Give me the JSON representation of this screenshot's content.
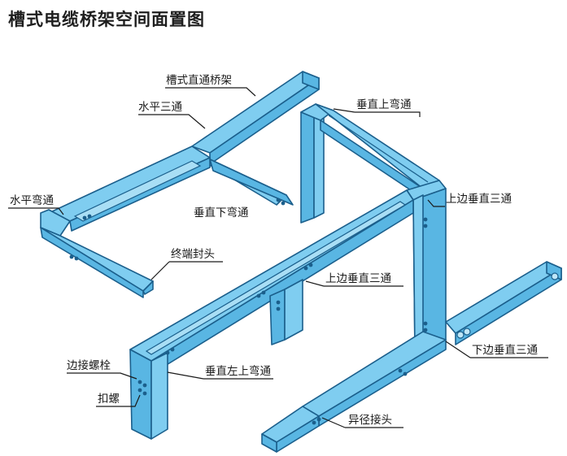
{
  "title": "槽式电缆桥架空间面置图",
  "colors": {
    "tray_top": "#7fcdf0",
    "tray_side": "#59b6e3",
    "outline": "#1b5f8c"
  },
  "labels": {
    "straight_tray": "槽式直通桥架",
    "horizontal_tee": "水平三通",
    "vertical_up_elbow": "垂直上弯通",
    "horizontal_elbow": "水平弯通",
    "vertical_down_elbow": "垂直下弯通",
    "upper_vertical_tee_1": "上边垂直三通",
    "end_cap": "终端封头",
    "upper_vertical_tee_2": "上边垂直三通",
    "connector_bolt": "边接螺栓",
    "vertical_left_up_elbow": "垂直左上弯通",
    "lower_vertical_tee": "下边垂直三通",
    "nut": "扣螺",
    "reducer": "异径接头"
  }
}
